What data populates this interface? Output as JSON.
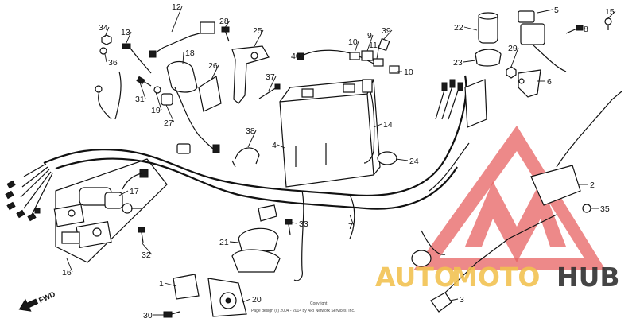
{
  "diagram": {
    "labels": [
      "1",
      "2",
      "3",
      "4",
      "5",
      "6",
      "7",
      "8",
      "9",
      "10",
      "10",
      "11",
      "12",
      "13",
      "14",
      "15",
      "16",
      "17",
      "18",
      "19",
      "20",
      "21",
      "22",
      "23",
      "24",
      "25",
      "26",
      "27",
      "28",
      "29",
      "30",
      "31",
      "32",
      "33",
      "34",
      "35",
      "36",
      "37",
      "38",
      "39",
      "40"
    ],
    "direction_label": "FWD",
    "copyright_line1": "Copyright",
    "copyright_line2": "Page design (c) 2004 - 2014 by ARI Network Services, Inc."
  },
  "watermark": {
    "word_auto": "AUTO",
    "word_moto": "MOTO",
    "word_hub": "HUB",
    "colors": {
      "auto": "#f2c14e",
      "moto": "#f2c14e",
      "hub": "#2c2c2c",
      "triangle": "#e23b3b"
    }
  }
}
